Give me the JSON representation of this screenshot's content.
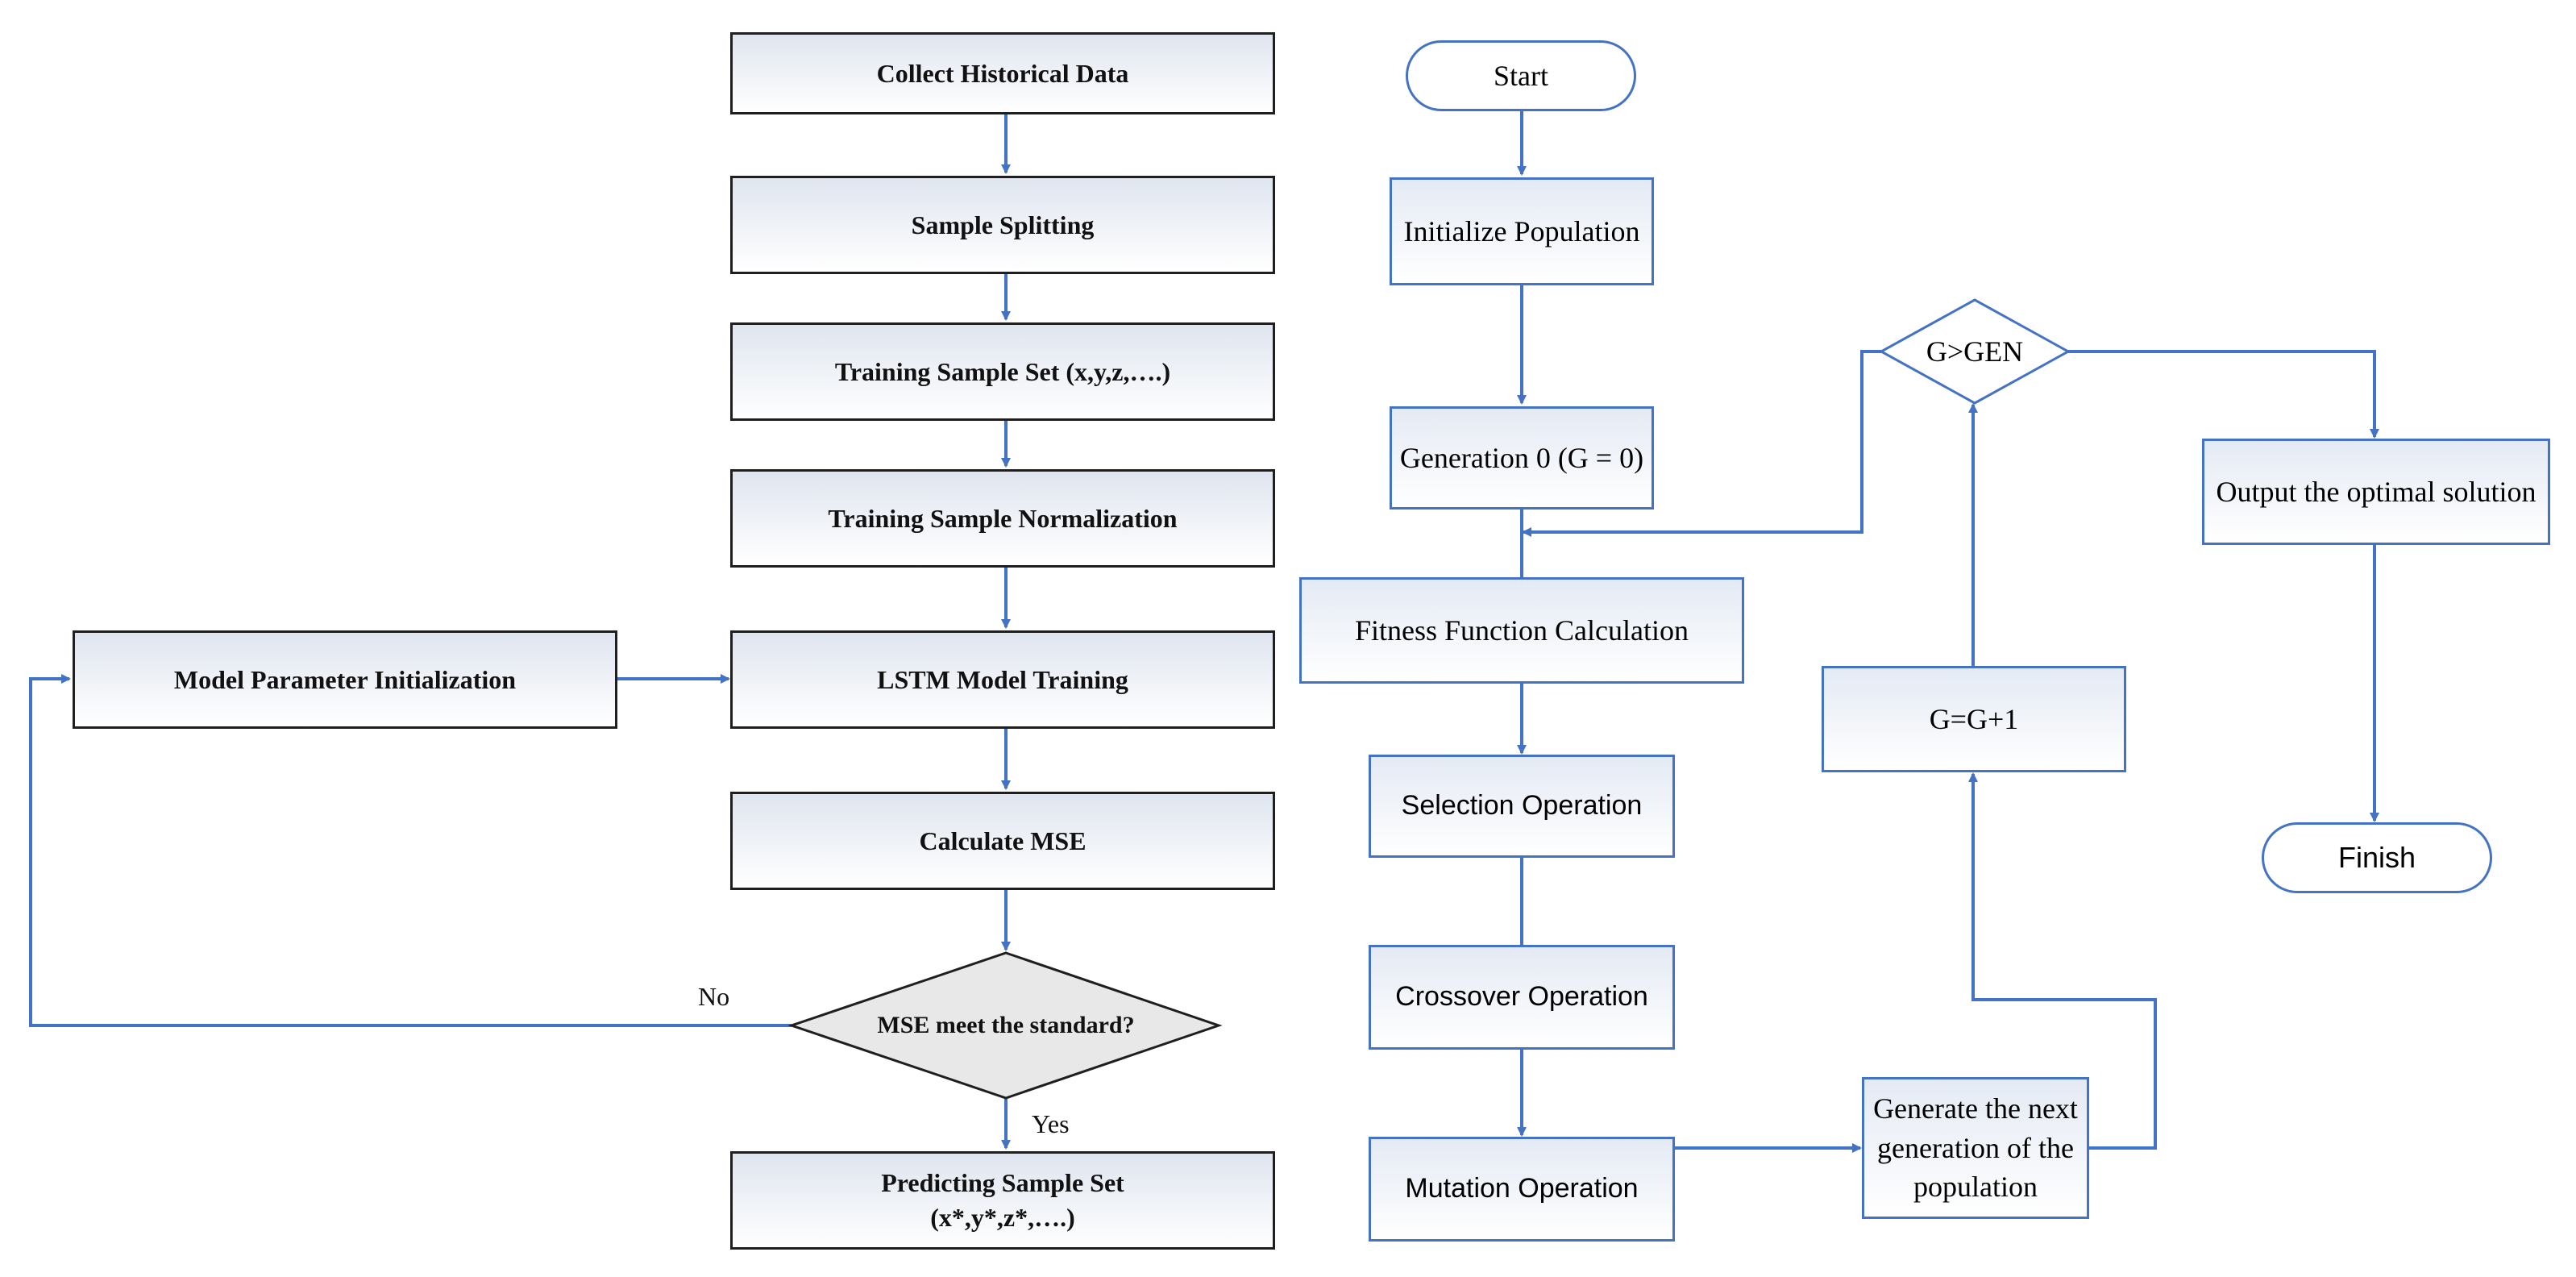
{
  "left_flow": {
    "collect": "Collect Historical Data",
    "split": "Sample Splitting",
    "training_set": "Training Sample Set (x,y,z,….)",
    "normalization": "Training Sample Normalization",
    "lstm_training": "LSTM Model Training",
    "model_init": "Model Parameter Initialization",
    "calc_mse": "Calculate MSE",
    "mse_decision": "MSE meet the standard?",
    "predicting_line1": "Predicting Sample Set",
    "predicting_line2": "(x*,y*,z*,….)",
    "no_label": "No",
    "yes_label": "Yes"
  },
  "right_flow": {
    "start": "Start",
    "init_population": "Initialize Population",
    "generation0": "Generation 0 (G = 0)",
    "fitness": "Fitness Function Calculation",
    "selection": "Selection Operation",
    "crossover": "Crossover Operation",
    "mutation": "Mutation Operation",
    "next_generation": "Generate the next generation of the population",
    "increment": "G=G+1",
    "gen_decision": "G>GEN",
    "output": "Output the optimal solution",
    "finish": "Finish"
  },
  "colors": {
    "left_border": "#1f1f1f",
    "left_arrow": "#4472c4",
    "right_border": "#4472c4",
    "diamond_fill_left": "#e8e8e8",
    "box_gradient_top": "#dfe5ef"
  }
}
